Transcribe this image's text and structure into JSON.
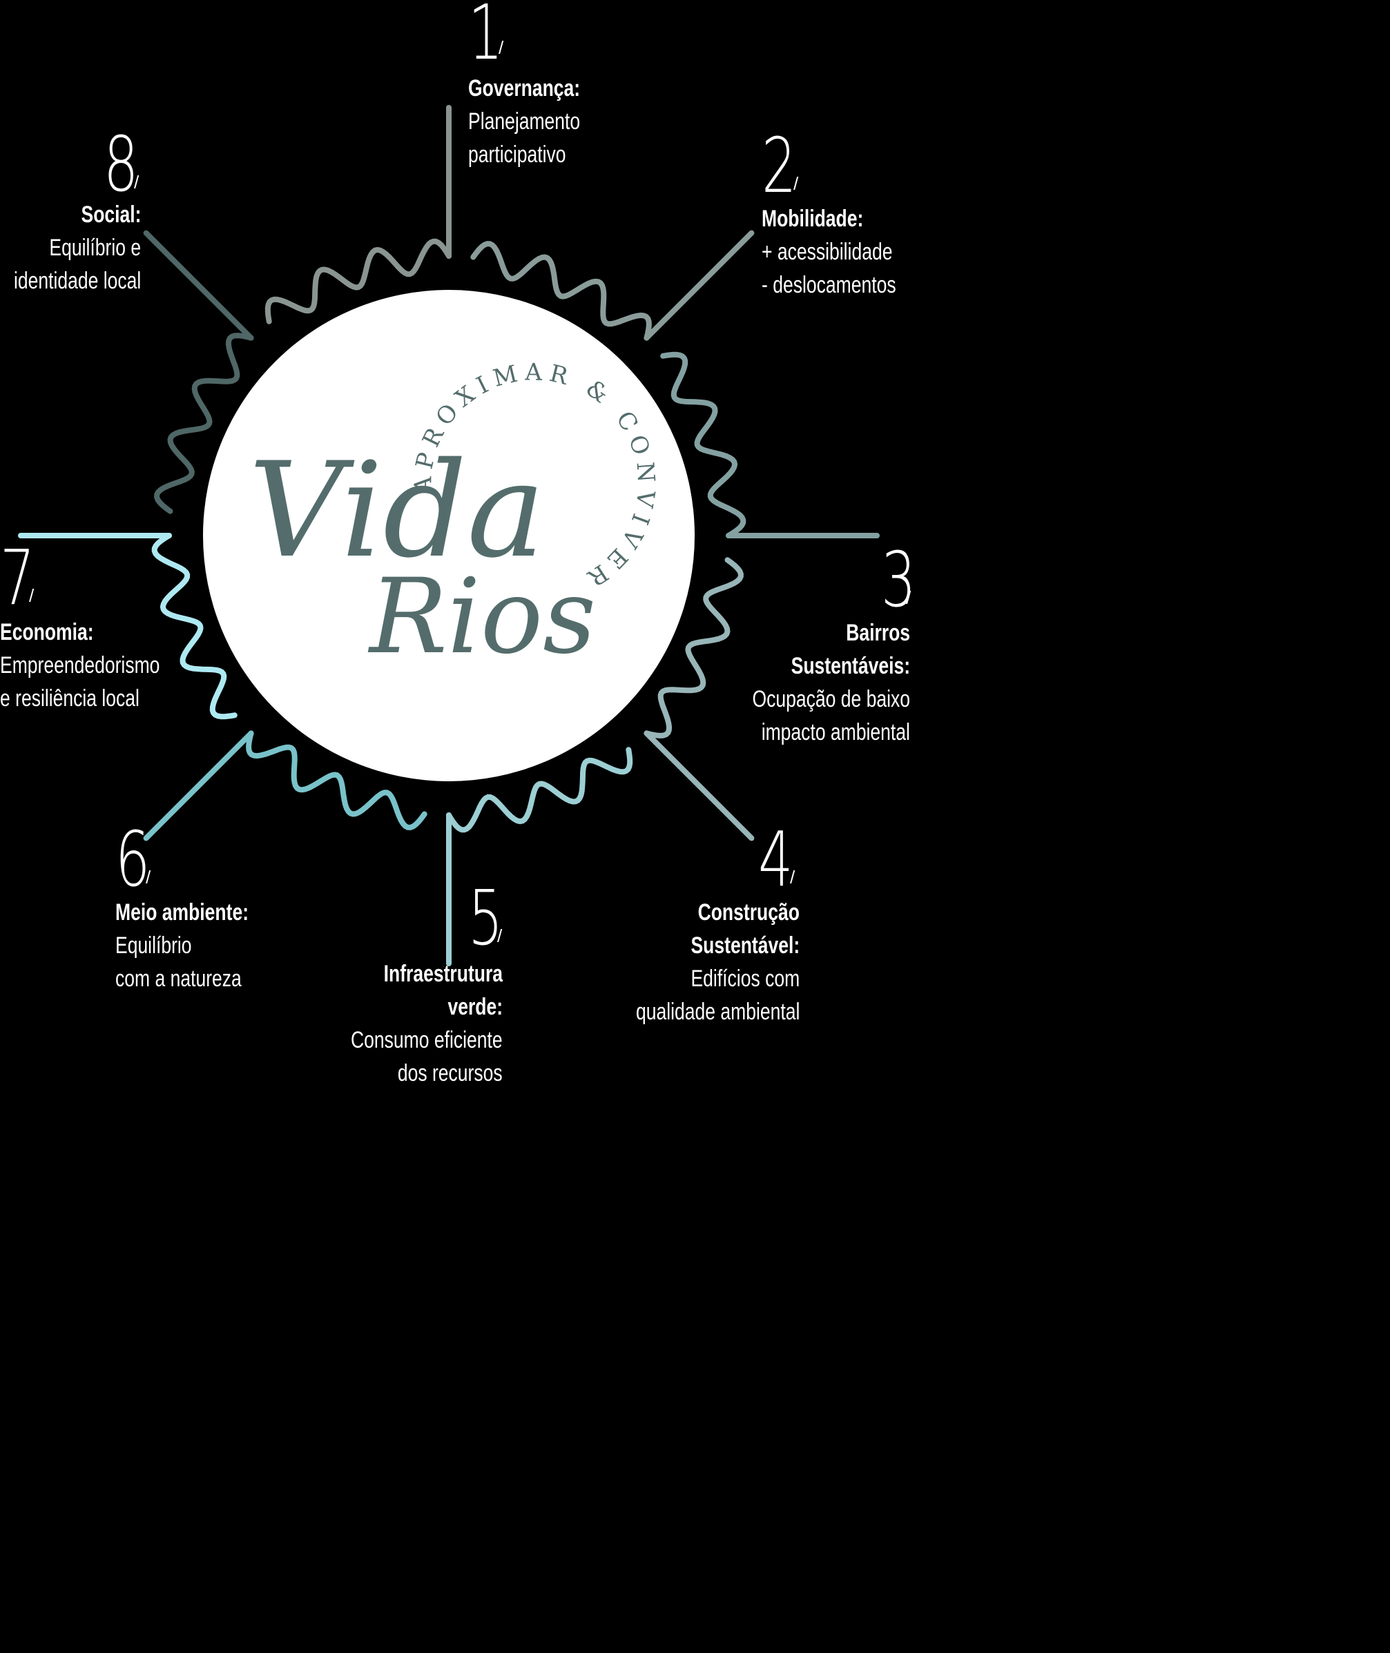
{
  "logo": {
    "line1": "Vida",
    "line2": "Rios",
    "arc_text": "APROXIMAR & CONVIVER"
  },
  "items": [
    {
      "n": "1",
      "title": "Governança:",
      "desc": [
        "Planejamento",
        "participativo"
      ],
      "color": "#8a9591"
    },
    {
      "n": "2",
      "title": "Mobilidade:",
      "desc": [
        "+ acessibilidade",
        "- deslocamentos"
      ],
      "color": "#8a9c99"
    },
    {
      "n": "3",
      "title": "Bairros Sustentáveis:",
      "title_lines": [
        "Bairros",
        "Sustentáveis:"
      ],
      "desc": [
        "Ocupação de baixo",
        "impacto ambiental"
      ],
      "color": "#84a1a2"
    },
    {
      "n": "4",
      "title": "Construção Sustentável:",
      "title_lines": [
        "Construção",
        "Sustentável:"
      ],
      "desc": [
        "Edifícios com",
        "qualidade ambiental"
      ],
      "color": "#98b5b8"
    },
    {
      "n": "5",
      "title": "Infraestrutura verde:",
      "title_lines": [
        "Infraestrutura",
        "verde:"
      ],
      "desc": [
        "Consumo eficiente",
        "dos recursos"
      ],
      "color": "#9ccfd3"
    },
    {
      "n": "6",
      "title": "Meio ambiente:",
      "desc": [
        "Equilíbrio",
        "com a natureza"
      ],
      "color": "#79c2c9"
    },
    {
      "n": "7",
      "title": "Economia:",
      "desc": [
        "Empreendedorismo",
        "e resiliência local"
      ],
      "color": "#aee9f2"
    },
    {
      "n": "8",
      "title": "Social:",
      "desc": [
        "Equilíbrio e",
        "identidade local"
      ],
      "color": "#4f6766"
    }
  ],
  "colors": {
    "logo": "#546d6c",
    "circle": "#ffffff",
    "background": "#000000"
  }
}
